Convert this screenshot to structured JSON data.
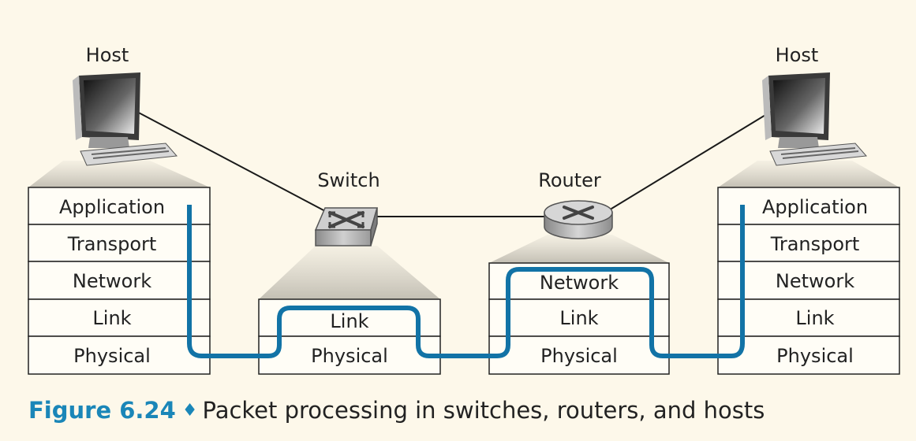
{
  "diagram": {
    "host_left": {
      "label": "Host",
      "layers": [
        "Application",
        "Transport",
        "Network",
        "Link",
        "Physical"
      ]
    },
    "switch": {
      "label": "Switch",
      "layers": [
        "Link",
        "Physical"
      ]
    },
    "router": {
      "label": "Router",
      "layers": [
        "Network",
        "Link",
        "Physical"
      ]
    },
    "host_right": {
      "label": "Host",
      "layers": [
        "Application",
        "Transport",
        "Network",
        "Link",
        "Physical"
      ]
    },
    "path_color": "#1273a6"
  },
  "caption": {
    "figure": "Figure 6.24",
    "text": "Packet processing in switches, routers, and hosts"
  }
}
